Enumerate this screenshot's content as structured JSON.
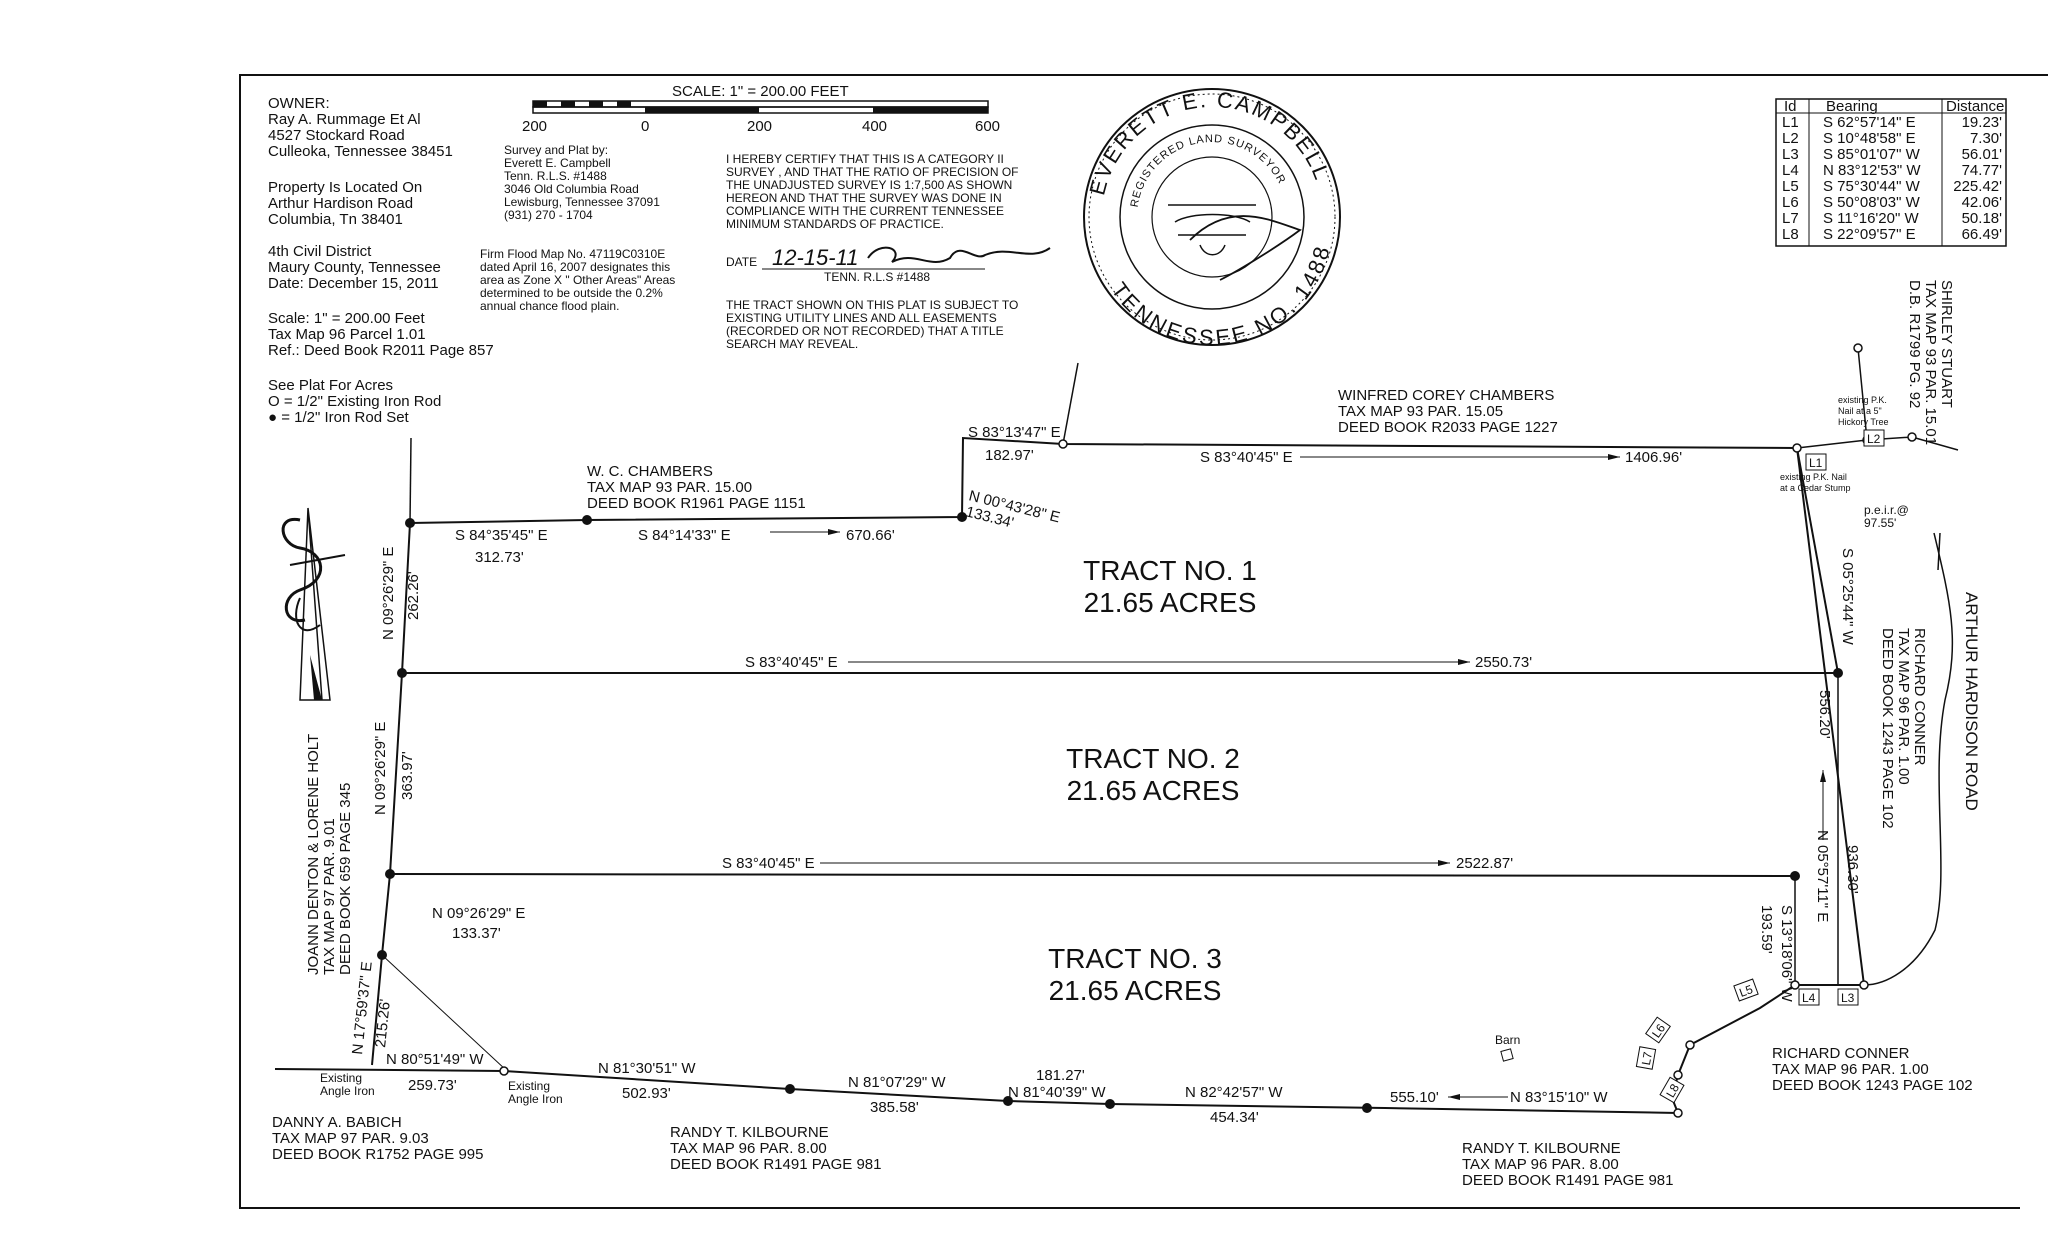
{
  "header": {
    "owner": [
      "OWNER:",
      "Ray A. Rummage Et Al",
      "4527 Stockard Road",
      "Culleoka, Tennessee 38451"
    ],
    "location": [
      "Property Is Located On",
      "Arthur Hardison Road",
      "Columbia, Tn 38401"
    ],
    "district": [
      "4th Civil District",
      "Maury County, Tennessee",
      "Date:  December 15, 2011"
    ],
    "scale_info": [
      "Scale:  1\" = 200.00 Feet",
      "Tax Map 96 Parcel 1.01",
      "Ref.: Deed Book R2011 Page 857"
    ],
    "legend": [
      "See Plat For Acres",
      "O  = 1/2\" Existing Iron  Rod",
      "●  = 1/2\" Iron Rod Set"
    ],
    "scale_title": "SCALE:  1\" = 200.00 FEET",
    "scale_ticks": [
      "200",
      "0",
      "200",
      "400",
      "600"
    ],
    "surveyor": [
      "Survey and Plat by:",
      "Everett E. Campbell",
      "Tenn. R.L.S. #1488",
      "3046 Old Columbia Road",
      "Lewisburg, Tennessee 37091",
      "(931)  270 - 1704"
    ],
    "flood": [
      "Firm Flood Map No. 47119C0310E",
      "dated April 16, 2007 designates this",
      "area as Zone X \" Other Areas\" Areas",
      "determined to be outside the 0.2%",
      "annual chance flood plain."
    ],
    "certification": [
      "I  HEREBY CERTIFY THAT THIS IS A CATEGORY II",
      "SURVEY , AND THAT THE RATIO OF PRECISION OF",
      "THE UNADJUSTED SURVEY IS 1:7,500 AS SHOWN",
      "HEREON AND THAT THE SURVEY WAS DONE IN",
      "COMPLIANCE WITH THE CURRENT TENNESSEE",
      "MINIMUM STANDARDS OF PRACTICE."
    ],
    "date_label": "DATE",
    "date_value": "12-15-11",
    "rls_label": "TENN. R.L.S #1488",
    "utility_note": [
      "THE TRACT SHOWN ON THIS PLAT IS SUBJECT TO",
      "EXISTING UTILITY LINES AND ALL EASEMENTS",
      "(RECORDED OR NOT RECORDED) THAT A TITLE",
      "SEARCH MAY REVEAL."
    ]
  },
  "seal": {
    "top": "EVERETT E. CAMPBELL",
    "inner": "REGISTERED LAND SURVEYOR",
    "bottom": "TENNESSEE NO. 1488"
  },
  "line_table": {
    "headers": [
      "Id",
      "Bearing",
      "Distance"
    ],
    "rows": [
      [
        "L1",
        "S 62°57'14\" E",
        "19.23'"
      ],
      [
        "L2",
        "S 10°48'58\" E",
        "7.30'"
      ],
      [
        "L3",
        "S 85°01'07\" W",
        "56.01'"
      ],
      [
        "L4",
        "N 83°12'53\" W",
        "74.77'"
      ],
      [
        "L5",
        "S 75°30'44\" W",
        "225.42'"
      ],
      [
        "L6",
        "S 50°08'03\" W",
        "42.06'"
      ],
      [
        "L7",
        "S 11°16'20\" W",
        "50.18'"
      ],
      [
        "L8",
        "S 22°09'57\" E",
        "66.49'"
      ]
    ]
  },
  "tracts": [
    {
      "name": "TRACT NO. 1",
      "acres": "21.65 ACRES"
    },
    {
      "name": "TRACT NO. 2",
      "acres": "21.65 ACRES"
    },
    {
      "name": "TRACT NO. 3",
      "acres": "21.65 ACRES"
    }
  ],
  "bearings": {
    "b1": "S 84°35'45\" E",
    "d1": "312.73'",
    "b2": "S 84°14'33\" E",
    "d2": "670.66'",
    "b3": "N 00°43'28\" E",
    "d3": "133.34'",
    "b4": "S 83°13'47\" E",
    "d4": "182.97'",
    "b5": "S 83°40'45\" E",
    "d5": "1406.96'",
    "b6": "S 83°40'45\" E",
    "d6": "2550.73'",
    "b7": "S 83°40'45\" E",
    "d7": "2522.87'",
    "b8": "S 05°25'44\" W",
    "b9": "N 05°57'11\" E",
    "d9a": "556.20'",
    "d9b": "936.30'",
    "b10": "S 13°18'06\" W",
    "d10": "193.59'",
    "w1": "N 09°26'29\" E",
    "wd1": "262.26'",
    "w2": "N 09°26'29\" E",
    "wd2": "363.97'",
    "w3": "N 09°26'29\" E",
    "wd3": "133.37'",
    "w4": "N 17°59'37\" E",
    "wd4": "215.26'",
    "s1": "N 80°51'49\" W",
    "sd1": "259.73'",
    "s2": "N 81°30'51\" W",
    "sd2": "502.93'",
    "s3": "N 81°07'29\" W",
    "sd3": "385.58'",
    "s4": "181.27'",
    "s4b": "N 81°40'39\" W",
    "s5": "N 82°42'57\" W",
    "sd5": "454.34'",
    "s6": "555.10'",
    "s6b": "N 83°15'10\" W",
    "peir": "p.e.i.r.@",
    "peir_d": "97.55'"
  },
  "labels": {
    "l1": "L1",
    "l2": "L2",
    "l3": "L3",
    "l4": "L4",
    "l5": "L5",
    "l6": "L6",
    "l7": "L7",
    "l8": "L8",
    "existing_angle_iron_1": [
      "Existing",
      "Angle Iron"
    ],
    "existing_angle_iron_2": [
      "Existing",
      "Angle Iron"
    ],
    "pk_nail_tree": [
      "existing P.K.",
      "Nail at a 5\"",
      "Hickory Tree"
    ],
    "pk_nail_stump": [
      "existing P.K. Nail",
      "at a Cedar Stump"
    ],
    "barn": "Barn"
  },
  "owners": {
    "chambers_wc": [
      "W. C. CHAMBERS",
      "TAX MAP 93 PAR. 15.00",
      "DEED BOOK R1961 PAGE 1151"
    ],
    "chambers_winfred": [
      "WINFRED COREY CHAMBERS",
      "TAX MAP 93 PAR. 15.05",
      "DEED BOOK R2033 PAGE 1227"
    ],
    "stuart": [
      "SHIRLEY STUART",
      "TAX MAP 93 PAR. 15.01",
      "D.B. R1799 PG. 92"
    ],
    "conner_east": [
      "RICHARD CONNER",
      "TAX MAP 96 PAR. 1.00",
      "DEED BOOK 1243 PAGE 102"
    ],
    "conner_south": [
      "RICHARD CONNER",
      "TAX MAP 96 PAR. 1.00",
      "DEED BOOK 1243 PAGE 102"
    ],
    "holt": [
      "JOANN DENTON & LORENE HOLT",
      "TAX MAP 97 PAR. 9.01",
      "DEED BOOK 659 PAGE 345"
    ],
    "babich": [
      "DANNY A. BABICH",
      "TAX MAP 97 PAR. 9.03",
      "DEED BOOK R1752 PAGE 995"
    ],
    "kilbourne_1": [
      "RANDY T. KILBOURNE",
      "TAX MAP 96 PAR. 8.00",
      "DEED BOOK R1491 PAGE 981"
    ],
    "kilbourne_2": [
      "RANDY T. KILBOURNE",
      "TAX MAP 96 PAR. 8.00",
      "DEED BOOK R1491 PAGE 981"
    ],
    "road": "ARTHUR HARDISON ROAD"
  }
}
